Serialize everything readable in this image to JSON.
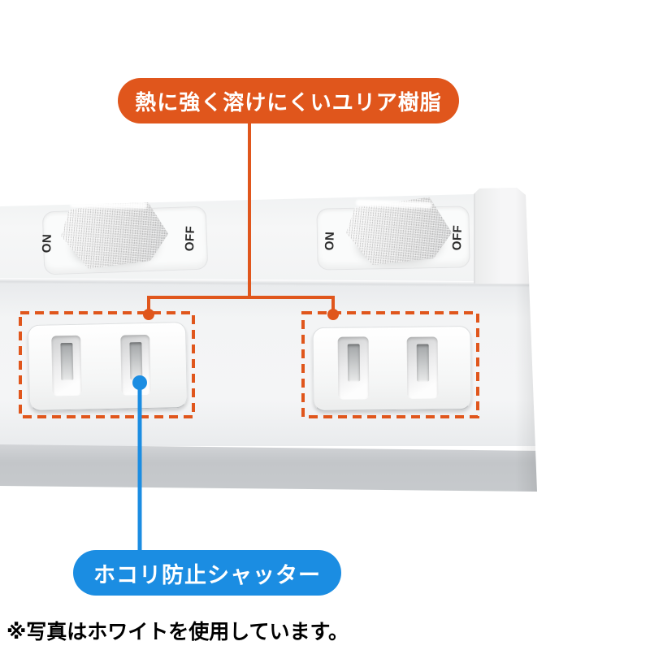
{
  "callouts": {
    "heat_resistant": {
      "text": "熱に強く溶けにくいユリア樹脂"
    },
    "dust_shutter": {
      "text": "ホコリ防止シャッター"
    }
  },
  "product": {
    "switch_on_label": "ON",
    "switch_off_label": "OFF"
  },
  "footnote": {
    "text": "※写真はホワイトを使用しています。"
  },
  "colors": {
    "callout_orange": "#e0561c",
    "callout_blue": "#1b8de2",
    "footnote_black": "#000000"
  }
}
